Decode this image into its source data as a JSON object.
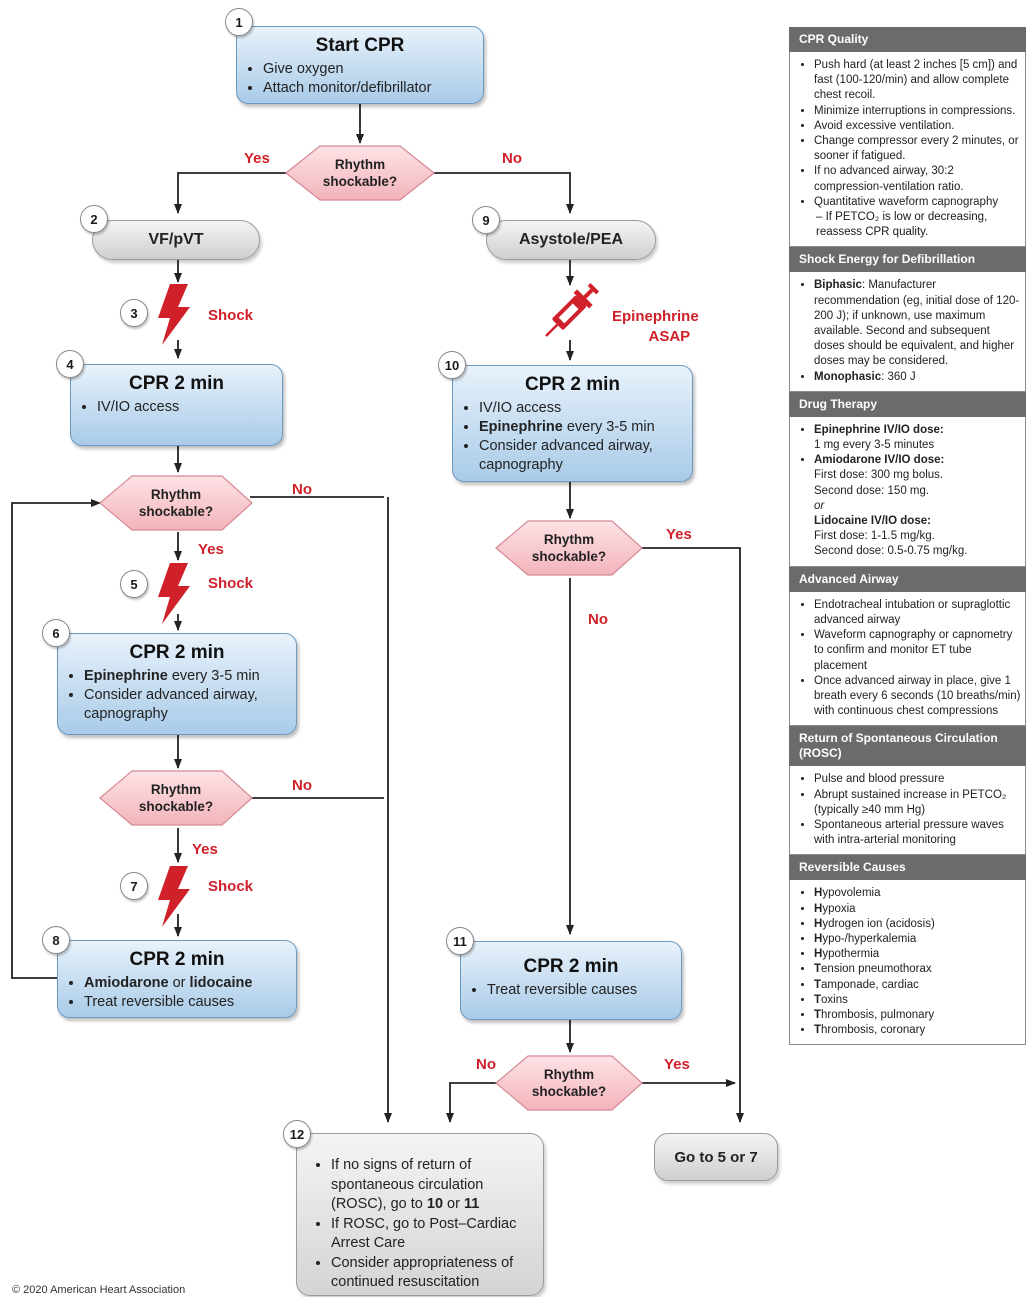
{
  "flow": {
    "b1": {
      "num": "1",
      "title": "Start CPR",
      "items": [
        "Give oxygen",
        "Attach monitor/defibrillator"
      ]
    },
    "d_main": {
      "label1": "Rhythm",
      "label2": "shockable?",
      "yes": "Yes",
      "no": "No"
    },
    "b2": {
      "num": "2",
      "label": "VF/pVT"
    },
    "b9": {
      "num": "9",
      "label": "Asystole/PEA"
    },
    "s3": {
      "num": "3",
      "label": "Shock"
    },
    "epi": {
      "label1": "Epinephrine",
      "label2": "ASAP"
    },
    "b4": {
      "num": "4",
      "title": "CPR 2 min",
      "items": [
        "IV/IO access"
      ]
    },
    "b10": {
      "num": "10",
      "title": "CPR 2 min",
      "items": [
        {
          "bold": "",
          "text": "IV/IO access"
        },
        {
          "bold": "Epinephrine",
          "text": " every 3-5 min"
        },
        {
          "bold": "",
          "text": "Consider advanced airway, capnography"
        }
      ]
    },
    "d_l1": {
      "label1": "Rhythm",
      "label2": "shockable?",
      "yes": "Yes",
      "no": "No"
    },
    "d_r1": {
      "label1": "Rhythm",
      "label2": "shockable?",
      "yes": "Yes",
      "no": "No"
    },
    "s5": {
      "num": "5",
      "label": "Shock"
    },
    "b6": {
      "num": "6",
      "title": "CPR 2 min",
      "items": [
        {
          "bold": "Epinephrine",
          "text": " every 3-5 min"
        },
        {
          "bold": "",
          "text": "Consider advanced airway, capnography"
        }
      ]
    },
    "d_l2": {
      "label1": "Rhythm",
      "label2": "shockable?",
      "yes": "Yes",
      "no": "No"
    },
    "s7": {
      "num": "7",
      "label": "Shock"
    },
    "b8": {
      "num": "8",
      "title": "CPR 2 min",
      "items": [
        {
          "bold": "Amiodarone",
          "mid": " or ",
          "bold2": "lidocaine"
        },
        {
          "bold": "",
          "text": "Treat reversible causes"
        }
      ]
    },
    "b11": {
      "num": "11",
      "title": "CPR 2 min",
      "items": [
        "Treat reversible causes"
      ]
    },
    "d_r2": {
      "label1": "Rhythm",
      "label2": "shockable?",
      "yes": "Yes",
      "no": "No"
    },
    "goto": {
      "label": "Go to 5 or 7"
    },
    "b12": {
      "num": "12",
      "items": [
        {
          "t1": "If no signs of return of spontaneous circulation (ROSC), go to ",
          "b1": "10",
          "t2": " or ",
          "b2": "11"
        },
        {
          "t1": "If ROSC, go to Post–Cardiac Arrest Care"
        },
        {
          "t1": "Consider appropriateness of continued resuscitation"
        }
      ]
    }
  },
  "copyright": "© 2020 American Heart Association",
  "sidebar": {
    "cpr_quality": {
      "title": "CPR Quality",
      "items": [
        "Push hard (at least 2 inches [5 cm]) and fast (100-120/min) and allow complete chest recoil.",
        "Minimize interruptions in compressions.",
        "Avoid excessive ventilation.",
        "Change compressor every 2 minutes, or sooner if fatigued.",
        "If no advanced airway, 30:2 compression-ventilation ratio.",
        "Quantitative waveform capnography"
      ],
      "sub": "– If PETCO₂ is low or decreasing, reassess CPR quality."
    },
    "shock_energy": {
      "title": "Shock Energy for Defibrillation",
      "biphasic_b": "Biphasic",
      "biphasic_t": ": Manufacturer recommendation (eg, initial dose of 120-200 J); if unknown, use maximum available. Second and subsequent doses should be equivalent, and higher doses may be considered.",
      "mono_b": "Monophasic",
      "mono_t": ": 360 J"
    },
    "drug": {
      "title": "Drug Therapy",
      "epi_b": "Epinephrine IV/IO dose:",
      "epi_t": "1 mg every 3-5 minutes",
      "amio_b": "Amiodarone IV/IO dose:",
      "amio_t1": "First dose: 300 mg bolus.",
      "amio_t2": "Second dose: 150 mg.",
      "or": "or",
      "lido_b": "Lidocaine IV/IO dose:",
      "lido_t1": "First dose: 1-1.5 mg/kg.",
      "lido_t2": "Second dose: 0.5-0.75 mg/kg."
    },
    "airway": {
      "title": "Advanced Airway",
      "items": [
        "Endotracheal intubation or supraglottic advanced airway",
        "Waveform capnography or capnometry to confirm and monitor ET tube placement",
        "Once advanced airway in place, give 1 breath every 6 seconds (10 breaths/min) with continuous chest compressions"
      ]
    },
    "rosc": {
      "title": "Return of Spontaneous Circulation (ROSC)",
      "items": [
        "Pulse and blood pressure",
        "Abrupt sustained increase in PETCO₂ (typically ≥40 mm Hg)",
        "Spontaneous arterial pressure waves with intra-arterial monitoring"
      ]
    },
    "causes": {
      "title": "Reversible Causes",
      "items": [
        {
          "h": "H",
          "t": "ypovolemia"
        },
        {
          "h": "H",
          "t": "ypoxia"
        },
        {
          "h": "H",
          "t": "ydrogen ion (acidosis)"
        },
        {
          "h": "H",
          "t": "ypo-/hyperkalemia"
        },
        {
          "h": "H",
          "t": "ypothermia"
        },
        {
          "h": "T",
          "t": "ension pneumothorax"
        },
        {
          "h": "T",
          "t": "amponade, cardiac"
        },
        {
          "h": "T",
          "t": "oxins"
        },
        {
          "h": "T",
          "t": "hrombosis, pulmonary"
        },
        {
          "h": "T",
          "t": "hrombosis, coronary"
        }
      ]
    }
  },
  "colors": {
    "accent_red": "#d0202a",
    "box_blue": "#a9cbe8",
    "diamond_pink": "#f6c6cc",
    "sidebar_header": "#6b6b6b"
  }
}
